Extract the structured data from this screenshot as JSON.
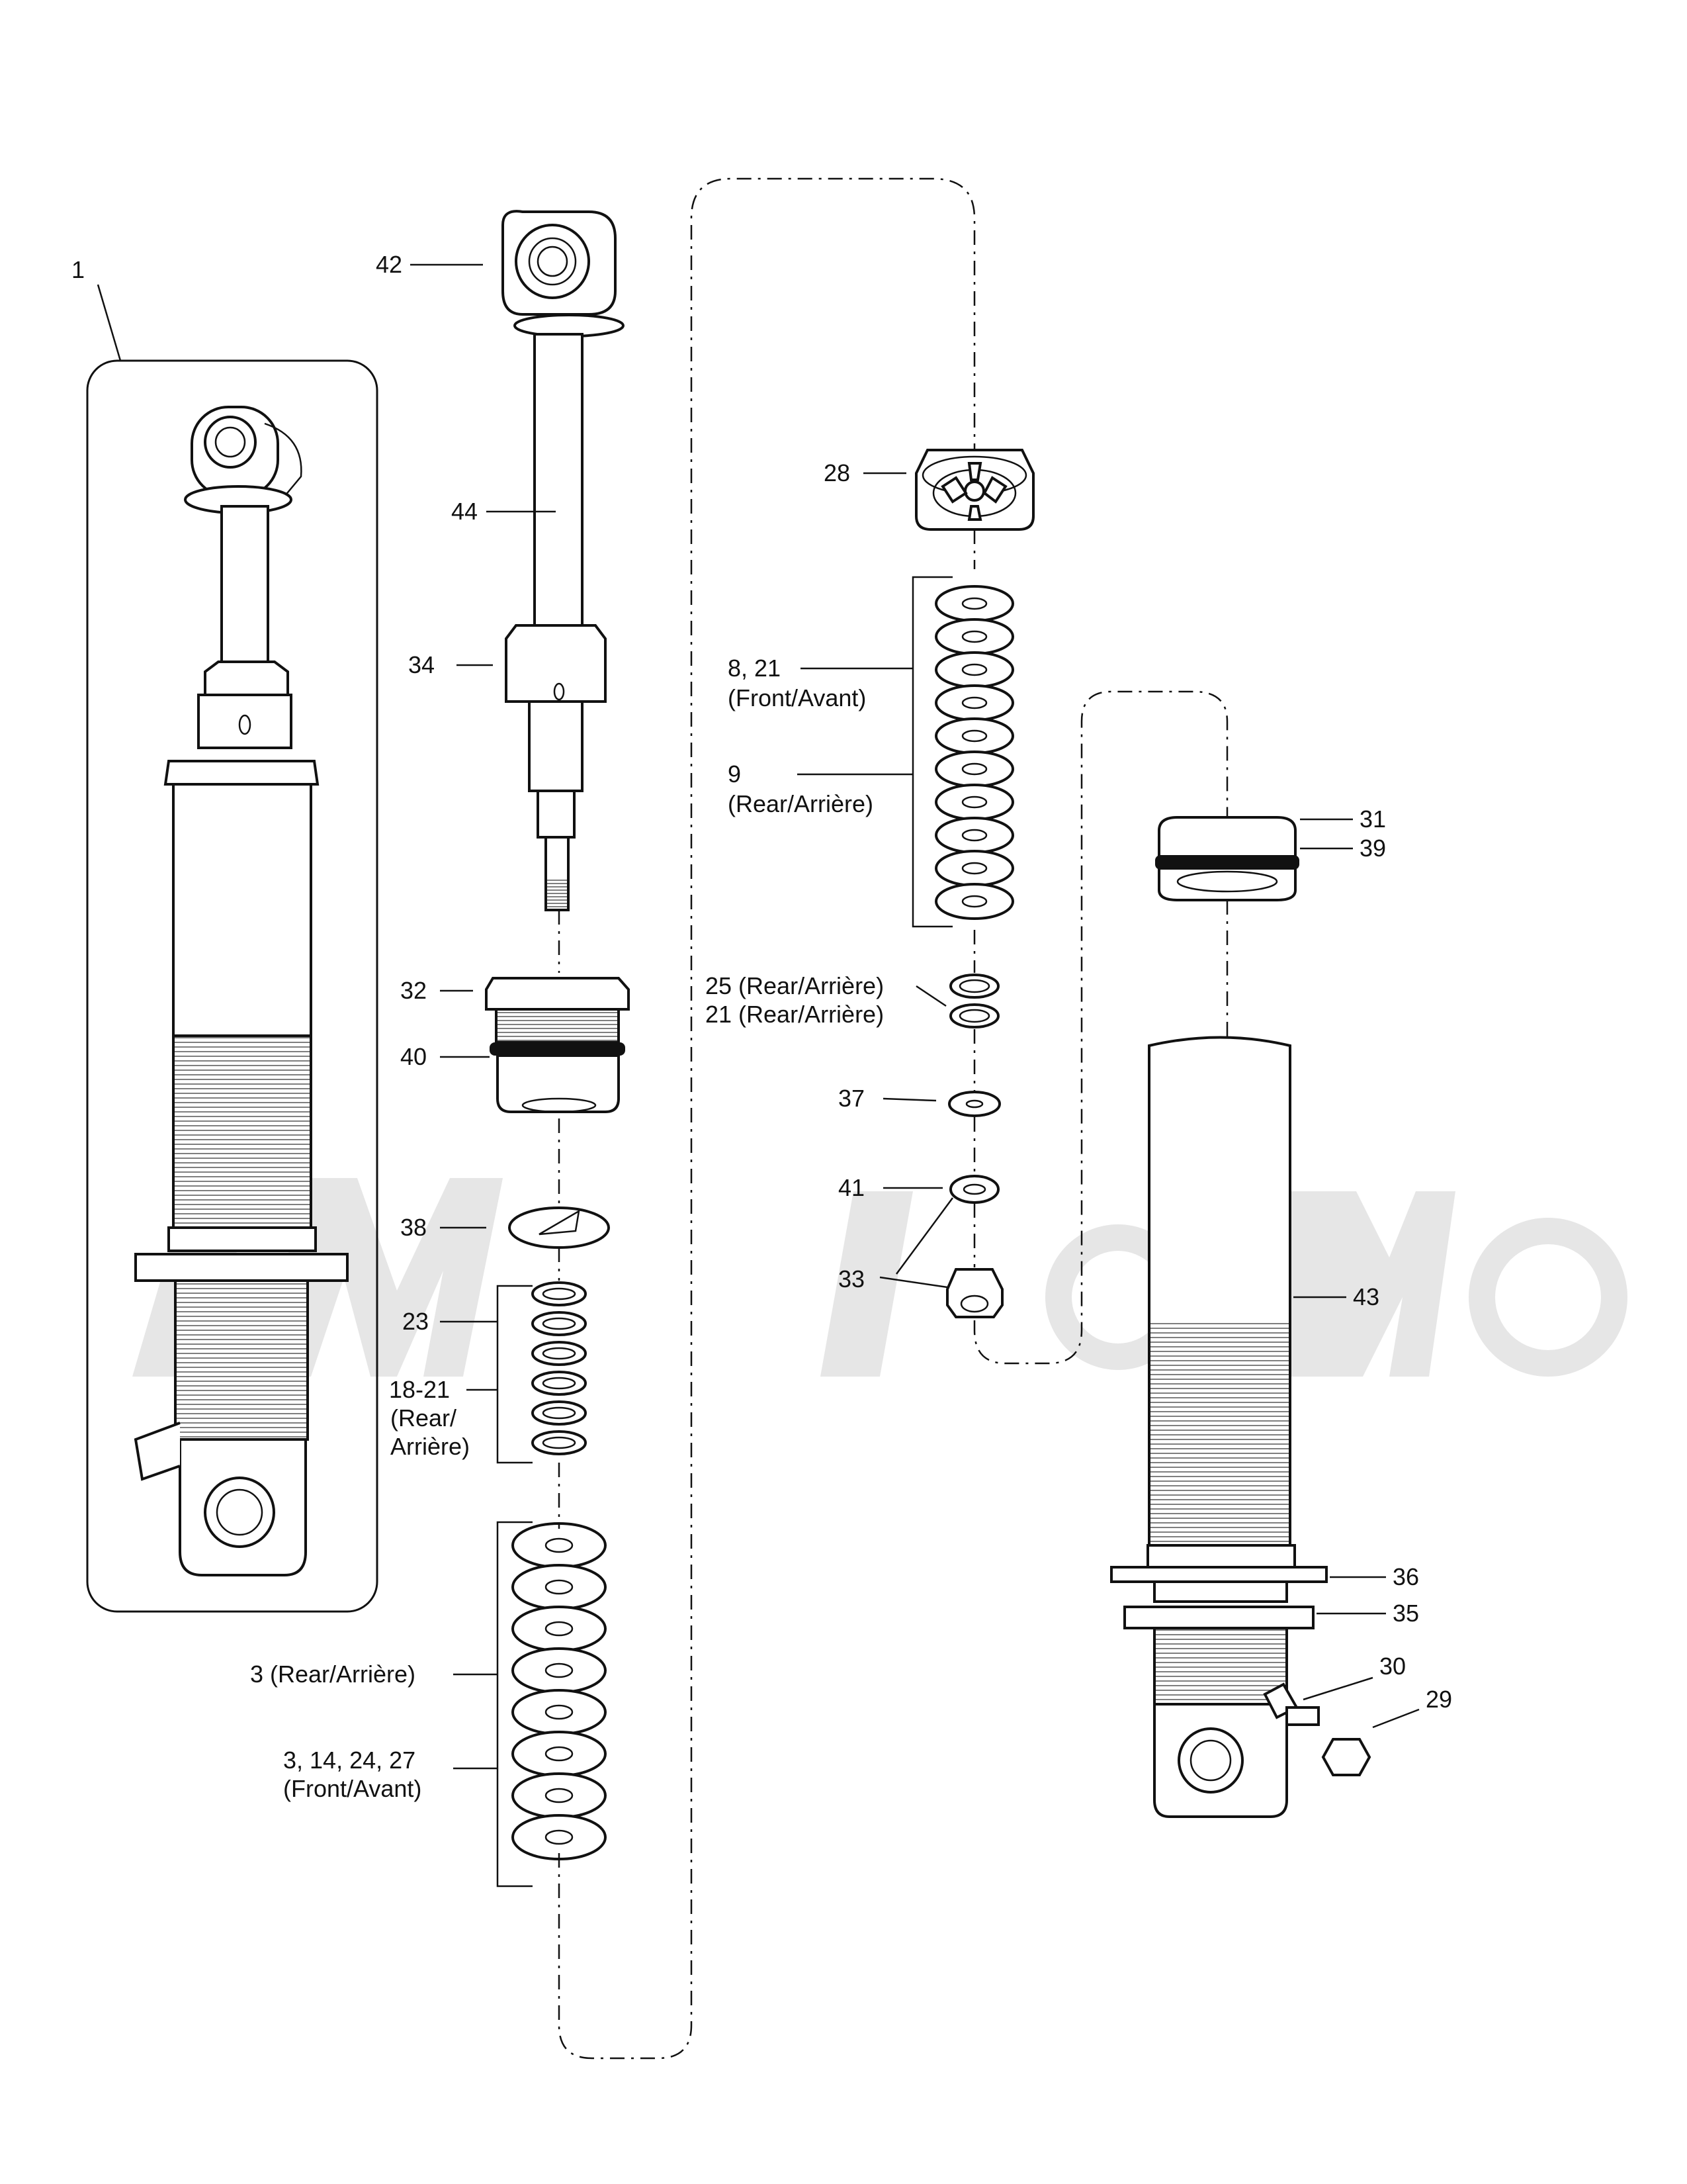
{
  "labels": {
    "l1": "1",
    "l42": "42",
    "l44": "44",
    "l34": "34",
    "l32": "32",
    "l40": "40",
    "l38": "38",
    "l23": "23",
    "l18_a": "18-21",
    "l18_b": "(Rear/",
    "l18_c": "Arrière)",
    "l3r": "3 (Rear/Arrière)",
    "l3f_a": "3, 14, 24, 27",
    "l3f_b": "(Front/Avant)",
    "l28": "28",
    "l8_a": "8, 21",
    "l8_b": "(Front/Avant)",
    "l9_a": "9",
    "l9_b": "(Rear/Arrière)",
    "l25": "25 (Rear/Arrière)",
    "l21": "21 (Rear/Arrière)",
    "l37": "37",
    "l41": "41",
    "l33": "33",
    "l31": "31",
    "l39": "39",
    "l43": "43",
    "l36": "36",
    "l35": "35",
    "l30": "30",
    "l29": "29"
  },
  "colors": {
    "line": "#111111",
    "watermark": "#e6e6e6",
    "background": "#ffffff"
  }
}
